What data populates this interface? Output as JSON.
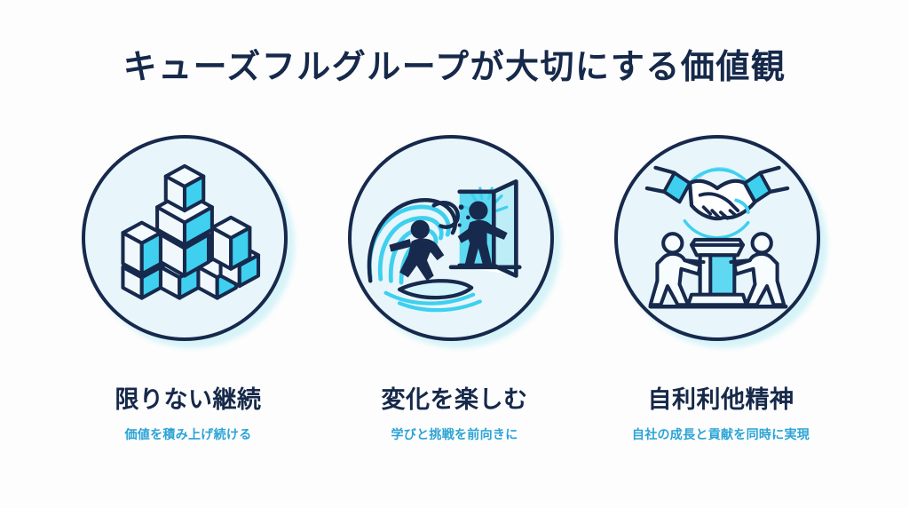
{
  "slide": {
    "title": "キューズフルグループが大切にする価値観",
    "background_color": "#fdfdfd",
    "title_color": "#16294a",
    "accent_color": "#2ba3d6",
    "circle_fill_color": "#e8f6fb",
    "circle_stroke_color": "#17294c",
    "icon_light_color": "#3fd0ef"
  },
  "values": [
    {
      "icon": "stacked-cubes-icon",
      "heading": "限りない継続",
      "subtext": "価値を積み上げ続ける"
    },
    {
      "icon": "surfer-wave-open-door-icon",
      "heading": "変化を楽しむ",
      "subtext": "学びと挑戦を前向きに"
    },
    {
      "icon": "handshake-pillar-icon",
      "heading": "自利利他精神",
      "subtext": "自社の成長と貢献を同時に実現"
    }
  ]
}
